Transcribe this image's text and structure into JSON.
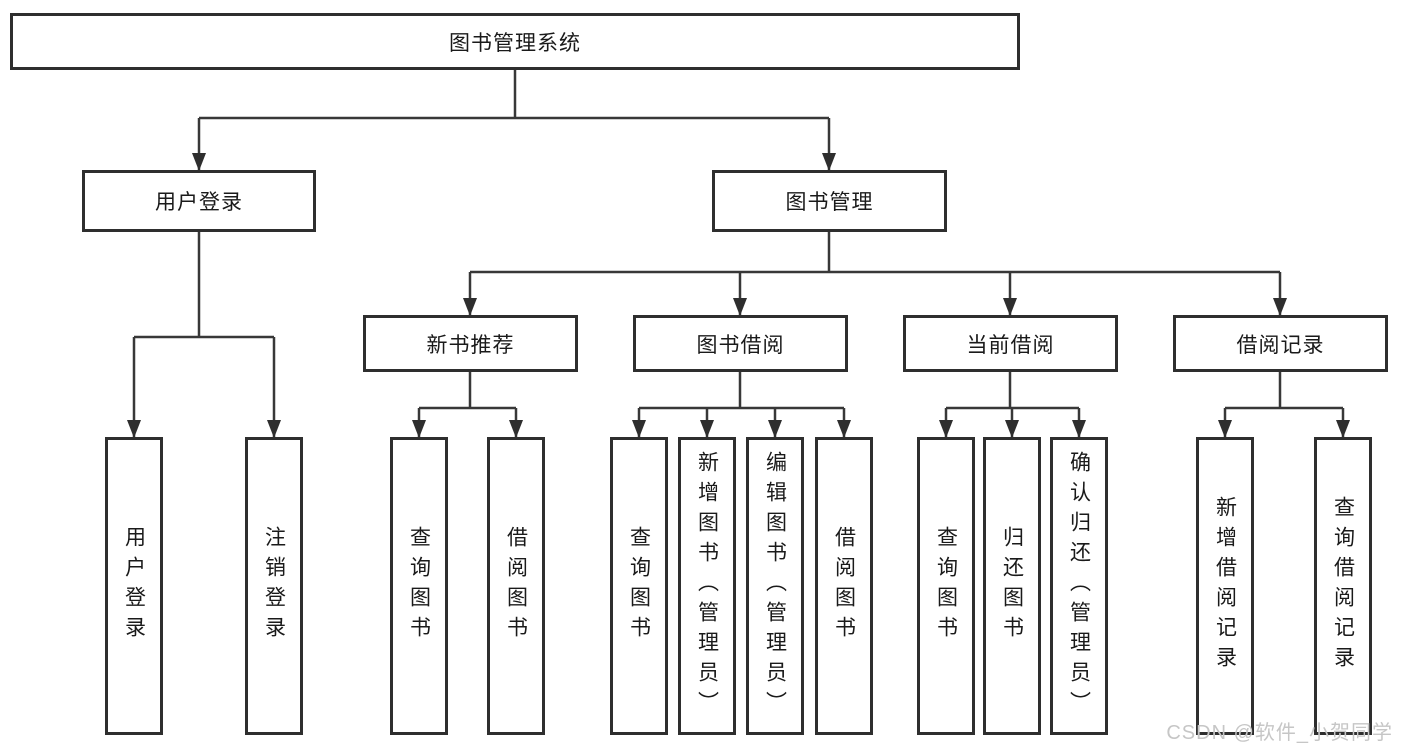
{
  "diagram": {
    "root": {
      "label": "图书管理系统"
    },
    "branches": [
      {
        "label": "用户登录",
        "leaves": [
          {
            "label": "用户登录"
          },
          {
            "label": "注销登录"
          }
        ]
      },
      {
        "label": "图书管理",
        "groups": [
          {
            "label": "新书推荐",
            "leaves": [
              {
                "label": "查询图书"
              },
              {
                "label": "借阅图书"
              }
            ]
          },
          {
            "label": "图书借阅",
            "leaves": [
              {
                "label": "查询图书"
              },
              {
                "label": "新增图书（管理员）"
              },
              {
                "label": "编辑图书（管理员）"
              },
              {
                "label": "借阅图书"
              }
            ]
          },
          {
            "label": "当前借阅",
            "leaves": [
              {
                "label": "查询图书"
              },
              {
                "label": "归还图书"
              },
              {
                "label": "确认归还（管理员）"
              }
            ]
          },
          {
            "label": "借阅记录",
            "leaves": [
              {
                "label": "新增借阅记录"
              },
              {
                "label": "查询借阅记录"
              }
            ]
          }
        ]
      }
    ]
  },
  "watermark": {
    "text": "CSDN @软件_小贺同学"
  },
  "colors": {
    "line": "#383838",
    "box_border": "#2e2e2e",
    "text": "#1a1a1a",
    "watermark": "#c6c6c6",
    "background": "#ffffff"
  }
}
